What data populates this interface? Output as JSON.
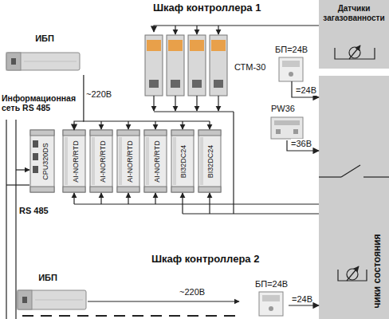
{
  "diagram": {
    "nodes": [
      {
        "text": [
          "Датчики загазованности"
        ]
      },
      {
        "text": [
          "ИБП"
        ]
      },
      {
        "text": [
          "СТМ-30"
        ]
      },
      {
        "text": [
          "БП=24В"
        ]
      },
      {
        "text": [
          "PW36"
        ]
      },
      {
        "text": [
          "чики состояния"
        ]
      },
      {
        "text": [
          "CPU320DS"
        ]
      },
      {
        "text": [
          "AI-NOR/RTD"
        ]
      },
      {
        "text": [
          "AI-NOR/RTD"
        ]
      },
      {
        "text": [
          "AI-NOR/RTD"
        ]
      },
      {
        "text": [
          "AI-NOR/RTD"
        ]
      },
      {
        "text": [
          "BI32DC24"
        ]
      },
      {
        "text": [
          "BI32DC24"
        ]
      },
      {
        "text": [
          "ИБП"
        ]
      },
      {
        "text": [
          "БП=24В"
        ]
      }
    ],
    "edges": [
      {
        "from": 0,
        "to": 2,
        "arrow": "to"
      },
      {
        "from": 1,
        "to": 7,
        "label": "~220В",
        "arrow": "to"
      },
      {
        "from": 3,
        "to": 5,
        "label": "=24В",
        "arrow": "to"
      },
      {
        "from": 4,
        "to": 5,
        "label": "=36В",
        "arrow": "to"
      },
      {
        "from": 14,
        "to": 5,
        "label": "=24В",
        "arrow": "to"
      }
    ],
    "labels": [
      "Шкаф контроллера 1",
      "Информационная сеть RS 485",
      "RS 485",
      "Шкаф контроллера 2",
      "~220В"
    ]
  }
}
